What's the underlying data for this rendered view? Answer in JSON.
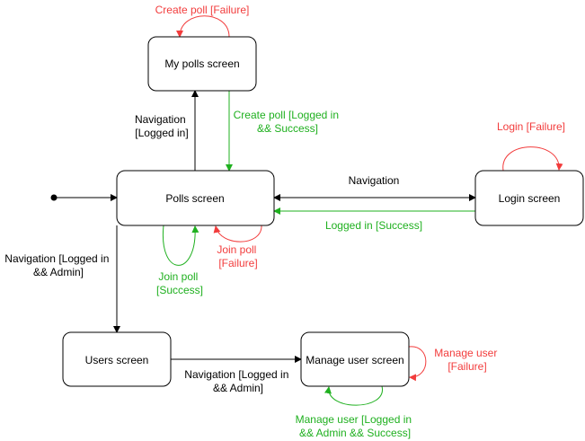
{
  "states": {
    "my_polls": "My polls screen",
    "polls": "Polls screen",
    "login": "Login screen",
    "users": "Users screen",
    "manage_user": "Manage user screen"
  },
  "transitions": {
    "create_poll_failure": "Create poll [Failure]",
    "nav_logged_in": [
      "Navigation",
      "[Logged in]"
    ],
    "create_poll_success": [
      "Create poll [Logged in",
      "&& Success]"
    ],
    "nav_login": "Navigation",
    "login_failure": "Login [Failure]",
    "logged_in_success": "Logged in [Success]",
    "join_poll_failure": [
      "Join poll",
      "[Failure]"
    ],
    "join_poll_success": [
      "Join poll",
      "[Success]"
    ],
    "nav_admin": [
      "Navigation [Logged in",
      "&& Admin]"
    ],
    "nav_admin_users": [
      "Navigation [Logged in",
      "&& Admin]"
    ],
    "manage_user_failure": [
      "Manage user",
      "[Failure]"
    ],
    "manage_user_success": [
      "Manage user [Logged in",
      "&& Admin && Success]"
    ]
  },
  "colors": {
    "neutral": "#000000",
    "success": "#1fb01f",
    "failure": "#f23c3c"
  }
}
